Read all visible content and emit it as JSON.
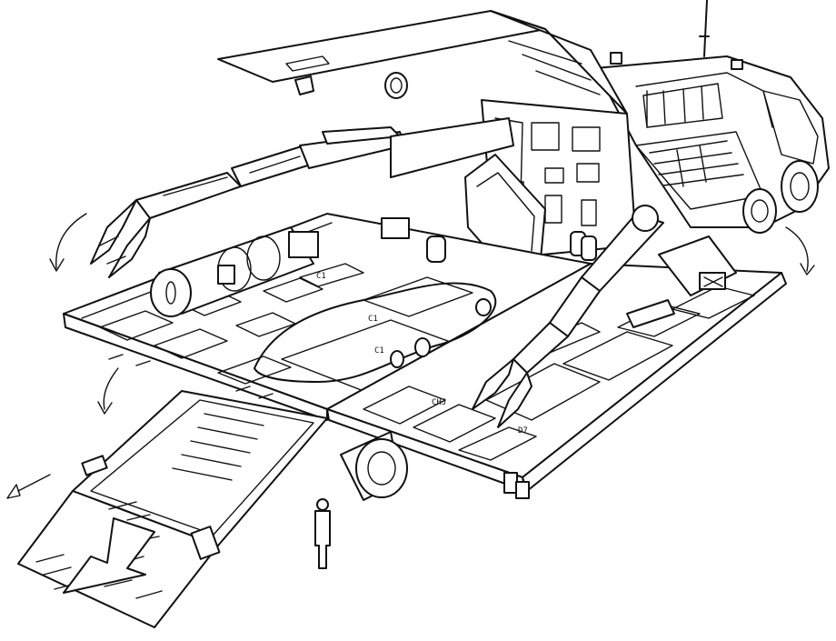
{
  "drawing": {
    "subject": "",
    "floor_markings": [
      "C1",
      "C1",
      "C1",
      "CHJ",
      "D7"
    ]
  },
  "colors": {
    "line": "#111111",
    "paper": "#ffffff"
  }
}
